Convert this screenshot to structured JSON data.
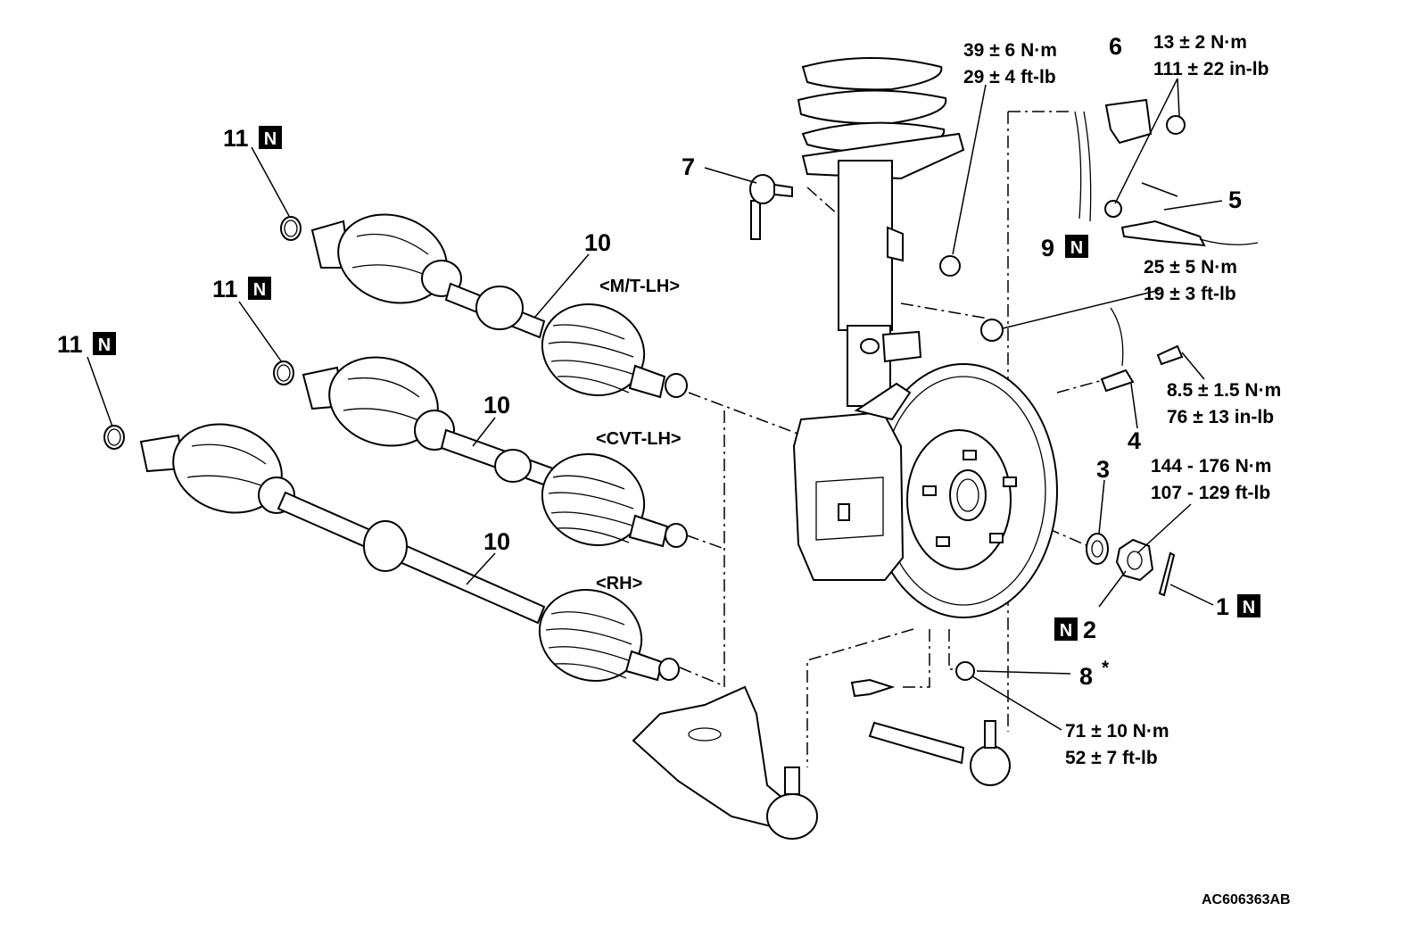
{
  "callouts": {
    "c1": "1",
    "c2": "2",
    "c3": "3",
    "c4": "4",
    "c5": "5",
    "c6": "6",
    "c7": "7",
    "c8": "8",
    "c8_mark": "*",
    "c9": "9",
    "c10a": "10",
    "c10b": "10",
    "c10c": "10",
    "c11a": "11",
    "c11b": "11",
    "c11c": "11"
  },
  "new_part_mark": "N",
  "variants": {
    "mt_lh": "<M/T-LH>",
    "cvt_lh": "<CVT-LH>",
    "rh": "<RH>"
  },
  "torques": {
    "t39_nm": "39 ± 6 N·m",
    "t39_ftlb": "29 ± 4 ft-lb",
    "t13_nm": "13 ± 2 N·m",
    "t13_inlb": "111 ± 22 in-lb",
    "t25_nm": "25 ± 5 N·m",
    "t25_ftlb": "19 ± 3 ft-lb",
    "t85_nm": "8.5 ± 1.5 N·m",
    "t85_inlb": "76 ± 13 in-lb",
    "t144_nm": "144 - 176 N·m",
    "t144_ftlb": "107 - 129 ft-lb",
    "t71_nm": "71 ± 10 N·m",
    "t71_ftlb": "52 ± 7 ft-lb"
  },
  "figure_code": "AC606363AB"
}
